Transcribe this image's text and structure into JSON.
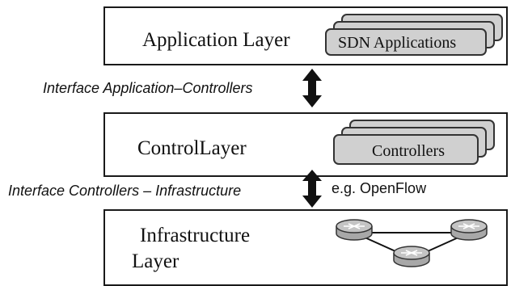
{
  "application_layer": {
    "title": "Application Layer",
    "stack_label": "SDN Applications"
  },
  "interface_app_controllers": {
    "label": "Interface Application–Controllers"
  },
  "control_layer": {
    "title": "ControlLayer",
    "stack_label": "Controllers"
  },
  "interface_controllers_infra": {
    "label": "Interface Controllers – Infrastructure",
    "note": "e.g. OpenFlow"
  },
  "infrastructure_layer": {
    "title_line1": "Infrastructure",
    "title_line2": "Layer"
  },
  "colors": {
    "border": "#1a1a1a",
    "card_fill": "#d0d0d0",
    "router_fill": "#c4c4c4"
  },
  "icons": [
    "double-arrow-icon",
    "router-icon"
  ]
}
